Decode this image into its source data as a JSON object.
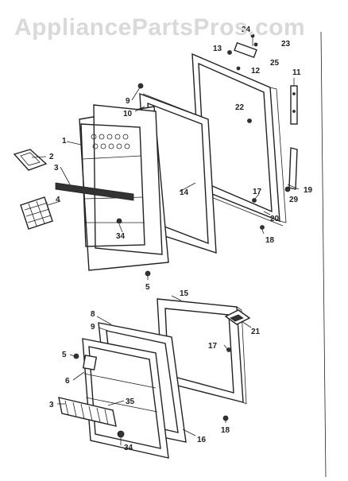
{
  "watermark": "AppliancePartsPros.com",
  "callouts": {
    "c1": "1",
    "c2": "2",
    "c3a": "3",
    "c4": "4",
    "c5a": "5",
    "c9a": "9",
    "c10": "10",
    "c11": "11",
    "c12": "12",
    "c13": "13",
    "c14": "14",
    "c17a": "17",
    "c18a": "18",
    "c19": "19",
    "c20": "20",
    "c22": "22",
    "c23": "23",
    "c24": "24",
    "c25": "25",
    "c29": "29",
    "c34a": "34",
    "c15": "15",
    "c8": "8",
    "c9b": "9",
    "c5b": "5",
    "c6": "6",
    "c3b": "3",
    "c35": "35",
    "c34b": "34",
    "c16": "16",
    "c17b": "17",
    "c18b": "18",
    "c21": "21"
  }
}
